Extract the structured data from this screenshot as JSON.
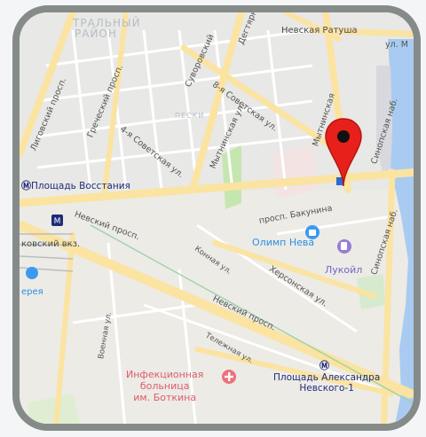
{
  "map": {
    "districts": {
      "upper": "ТРАЛЬНЫЙ",
      "lower": "РАЙОН",
      "peski": "ПЕСКИ"
    },
    "streets": {
      "ligovsky": "Лиговский просп.",
      "grechesky": "Греческий просп.",
      "suvorovsky": "Суворовский",
      "degtyarny": "Дегтярн",
      "sovetskaya8": "8-я Советская ул.",
      "sovetskaya4": "4-я Советская ул.",
      "mytninskaya": "Мытнинская ул.",
      "mytninskaya_n": "Мытнинская",
      "nevsky_left": "Невский просп.",
      "nevsky_right": "Невский просп.",
      "bakunina": "просп. Бакунина",
      "konnaya": "Конная ул.",
      "khersonskaya": "Херсонская ул.",
      "sinopskaya": "Синопская наб.",
      "telezhnaya": "Тележная ул.",
      "voennaya": "Военная ул.",
      "ul_m": "ул. М"
    },
    "metro": {
      "vosstaniya": "Площадь Восстания",
      "alexandra_1": "Площадь Александра",
      "alexandra_2": "Невского-1"
    },
    "places": {
      "ratusha": "Невская Ратуша",
      "olimp": "Олимп Нева",
      "lukoil": "Лукойл",
      "hospital_1": "Инфекционная",
      "hospital_2": "больница",
      "hospital_3": "им. Боткина",
      "station": "ковский вкз.",
      "pharmacy": "ерея"
    },
    "marker_icon": "map-pin-icon",
    "colors": {
      "marker": "#e8201c",
      "metro": "#1f2c7a",
      "major_road": "#fbe3a2",
      "water": "#a9cbf2",
      "frame": "#858b88"
    }
  }
}
